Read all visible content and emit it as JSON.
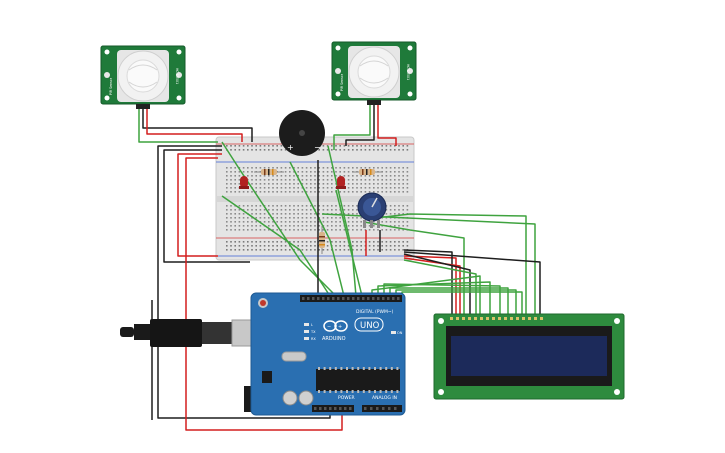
{
  "pir_sensor_left": {
    "side_text_a": "PIR Sensor",
    "side_text_b": "HC-SR501"
  },
  "pir_sensor_right": {
    "side_text_a": "PIR Sensor",
    "side_text_b": "HC-SR501"
  },
  "buzzer": {
    "plus": "+",
    "minus": "−"
  },
  "arduino": {
    "brand_logo_text": "UNO",
    "maker": "ARDUINO",
    "digital_label": "DIGITAL (PWM~)",
    "power_label": "POWER",
    "analog_label": "ANALOG IN",
    "led_tx": "TX",
    "led_rx": "RX",
    "led_on": "ON",
    "led_l": "L"
  },
  "colors": {
    "wire_green": "#3fa33f",
    "wire_black": "#1e1e1e",
    "wire_red": "#d41e1e",
    "arduino_board": "#2a6fb1",
    "pir_board": "#1f7a3a",
    "lcd_board": "#2e8b3e",
    "lcd_screen": "#1c2a5a",
    "breadboard": "#e9e9e9"
  }
}
